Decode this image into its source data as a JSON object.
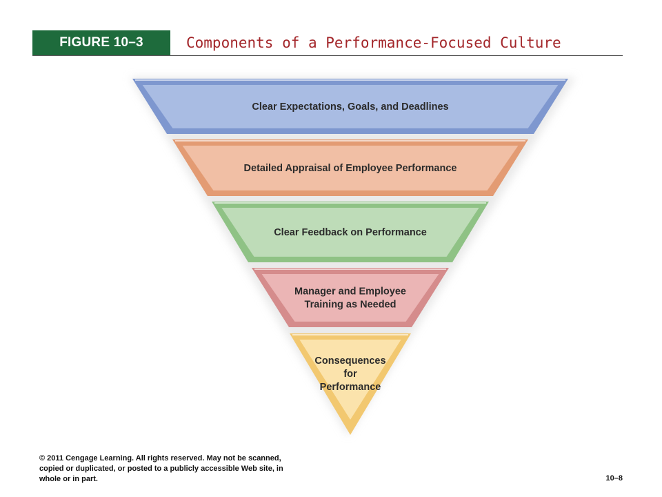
{
  "header": {
    "figure_label": "FIGURE 10–3",
    "title": "Components of a Performance-Focused Culture"
  },
  "pyramid": {
    "levels": [
      {
        "lines": [
          "Clear Expectations, Goals, and Deadlines"
        ],
        "color": "#a9bce3",
        "edge": "#7e97cf"
      },
      {
        "lines": [
          "Detailed Appraisal of Employee Performance"
        ],
        "color": "#f1bfa5",
        "edge": "#e39b73"
      },
      {
        "lines": [
          "Clear Feedback on Performance"
        ],
        "color": "#bedcb8",
        "edge": "#8fc285"
      },
      {
        "lines": [
          "Manager and Employee",
          "Training as Needed"
        ],
        "color": "#ebb5b5",
        "edge": "#d58c8c"
      },
      {
        "lines": [
          "Consequences",
          "for",
          "Performance"
        ],
        "color": "#fbe3ac",
        "edge": "#f2c870"
      }
    ]
  },
  "footer": {
    "copyright": "© 2011 Cengage Learning. All rights reserved. May not be scanned,\ncopied or duplicated, or posted to a publicly accessible Web site, in\nwhole or in part.",
    "slide_number": "10–8"
  }
}
